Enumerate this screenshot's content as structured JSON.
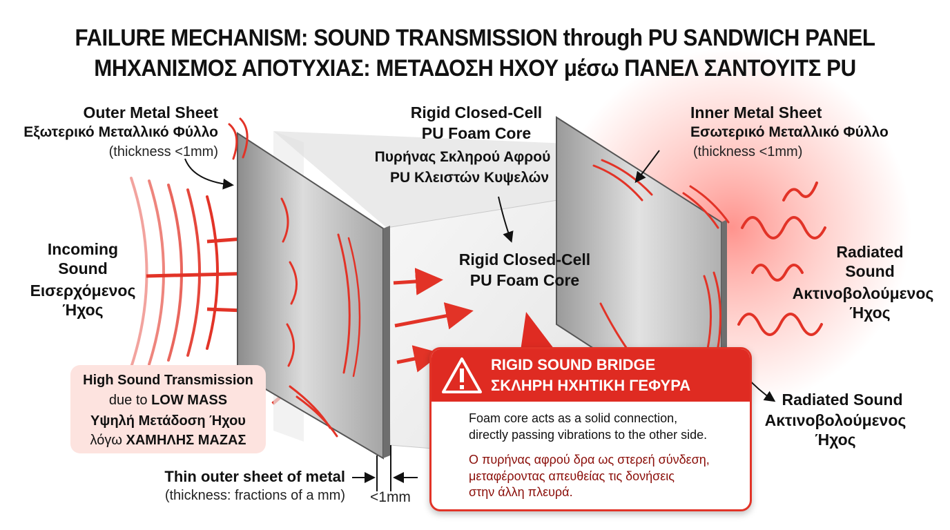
{
  "title": {
    "line1": "FAILURE MECHANISM: SOUND TRANSMISSION through PU SANDWICH PANEL",
    "line2": "ΜΗΧΑΝΙΣΜΟΣ ΑΠΟΤΥΧΙΑΣ: ΜΕΤΑΔΟΣΗ ΗΧΟΥ μέσω ΠΑΝΕΛ ΣΑΝΤΟΥΙΤΣ PU"
  },
  "outer_sheet": {
    "name_en": "Outer Metal Sheet",
    "name_el": "Εξωτερικό Μεταλλικό Φύλλο",
    "thickness": "(thickness <1mm)"
  },
  "core_top": {
    "name_en_1": "Rigid Closed-Cell",
    "name_en_2": "PU Foam Core",
    "name_el_1": "Πυρήνας Σκληρού Αφρού",
    "name_el_2": "PU Κλειστών Κυψελών"
  },
  "inner_sheet": {
    "name_en": "Inner Metal Sheet",
    "name_el": "Εσωτερικό Μεταλλικό Φύλλο",
    "thickness": "(thickness <1mm)"
  },
  "incoming": {
    "en_1": "Incoming",
    "en_2": "Sound",
    "el_1": "Εισερχόμενος",
    "el_2": "Ήχος"
  },
  "core_center": {
    "line1": "Rigid Closed-Cell",
    "line2": "PU Foam Core"
  },
  "radiated_right": {
    "en_1": "Radiated",
    "en_2": "Sound",
    "el_1": "Ακτινοβολούμενος",
    "el_2": "Ήχος"
  },
  "radiated_lower": {
    "en": "Radiated Sound",
    "el_1": "Ακτινοβολούμενος",
    "el_2": "Ήχος"
  },
  "high_transmission": {
    "line1": "High Sound Transmission",
    "line2_a": "due to ",
    "line2_b": "LOW MASS",
    "line3": "Υψηλή Μετάδοση Ήχου",
    "line4_a": "λόγω ",
    "line4_b": "ΧΑΜΗΛΗΣ ΜΑΖΑΣ"
  },
  "thin_sheet": {
    "line1": "Thin outer sheet of metal",
    "line2": "(thickness: fractions of a mm)",
    "dimension": "<1mm"
  },
  "sound_bridge": {
    "title_en": "RIGID SOUND BRIDGE",
    "title_el": "ΣΚΛΗΡΗ ΗΧΗΤΙΚΗ ΓΕΦΥΡΑ",
    "warning_icon": "warning-triangle-icon",
    "body_en_1": "Foam core acts as a solid connection,",
    "body_en_2": "directly passing vibrations to the other side.",
    "body_el_1": "Ο πυρήνας αφρού δρα ως στερεή σύνδεση,",
    "body_el_2": "μεταφέροντας απευθείας τις δονήσεις",
    "body_el_3": "στην άλλη πλευρά."
  },
  "colors": {
    "accent_red": "#e23327",
    "note_pink": "#fde3df",
    "sheet_gray": "#9a9a9a",
    "foam_light": "#ededed"
  }
}
